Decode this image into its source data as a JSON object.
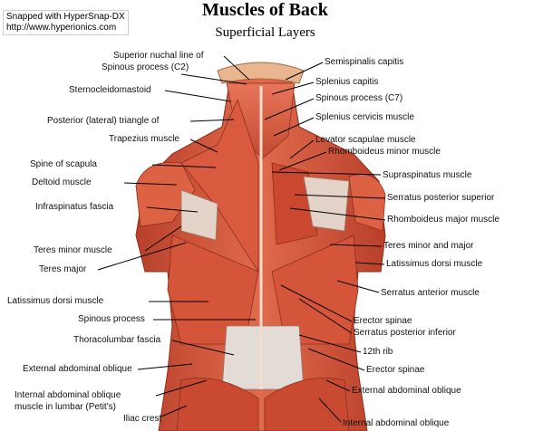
{
  "watermark": {
    "line1": "Snapped with HyperSnap-DX",
    "line2": "http://www.hyperionics.com"
  },
  "header": {
    "title": "Muscles of Back",
    "subtitle": "Superficial Layers"
  },
  "labels_left": {
    "superior_nuchal_1": "Superior nuchal line of",
    "superior_nuchal_2": "Spinous process (C2)",
    "sternocleidomastoid": "Sternocleidomastoid",
    "posterior_triangle": "Posterior (lateral) triangle of",
    "trapezius": "Trapezius muscle",
    "spine_scapula": "Spine of scapula",
    "deltoid": "Deltoid muscle",
    "infraspinatus": "Infraspinatus fascia",
    "teres_minor": "Teres minor muscle",
    "teres_major": "Teres major",
    "latissimus": "Latissimus dorsi muscle",
    "spinous_process": "Spinous process",
    "thoracolumbar": "Thoracolumbar fascia",
    "external_oblique": "External abdominal oblique",
    "internal_oblique_1": "Internal abdominal oblique",
    "internal_oblique_2": "muscle in lumbar (Petit's)",
    "iliac_crest": "Iliac crest"
  },
  "labels_right": {
    "semispinalis": "Semispinalis capitis",
    "splenius_capitis": "Splenius capitis",
    "spinous_c7": "Spinous process (C7)",
    "splenius_cervicis": "Splenius cervicis muscle",
    "levator_scapulae": "Levator scapulae muscle",
    "rhomboideus_minor": "Rhomboideus minor muscle",
    "supraspinatus": "Supraspinatus muscle",
    "serratus_post_sup": "Serratus posterior superior",
    "rhomboideus_major": "Rhomboideus major muscle",
    "teres_minor_major": "Teres minor and major",
    "latissimus": "Latissimus dorsi muscle",
    "serratus_anterior": "Serratus anterior muscle",
    "erector_1": "Erector spinae",
    "serratus_post_inf": "Serratus posterior inferior",
    "rib12": "12th rib",
    "erector_2": "Erector spinae",
    "external_oblique": "External abdominal oblique",
    "internal_oblique": "Internal abdominal oblique"
  },
  "colors": {
    "muscle": "#d9533a",
    "muscle_dark": "#b23a24",
    "fascia": "#dcd6d0",
    "background": "#ffffff"
  }
}
